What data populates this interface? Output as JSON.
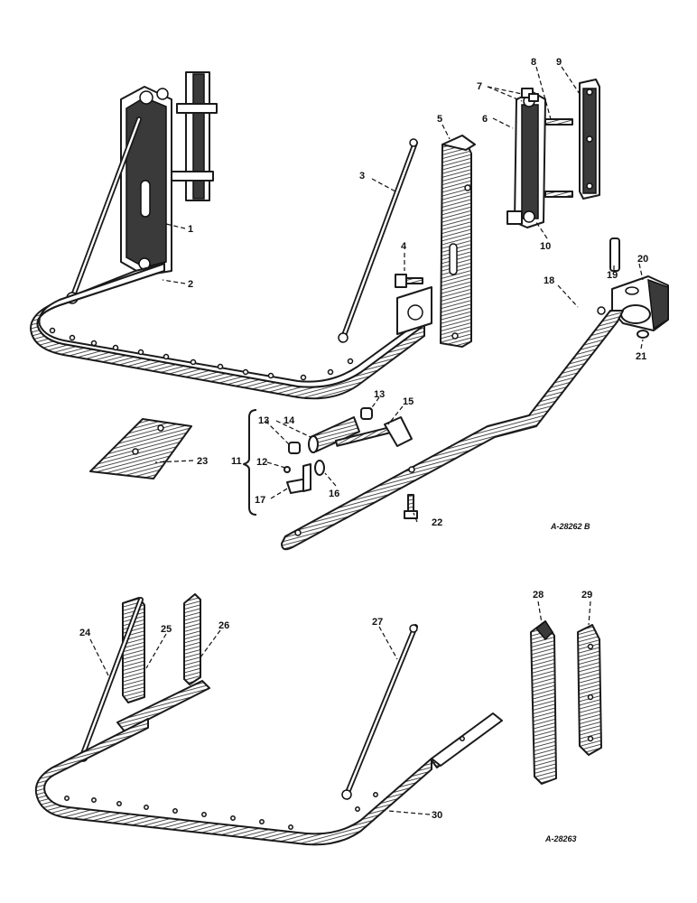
{
  "callouts": {
    "c1": "1",
    "c2": "2",
    "c3": "3",
    "c4": "4",
    "c5": "5",
    "c6": "6",
    "c7": "7",
    "c8": "8",
    "c9": "9",
    "c10": "10",
    "c11": "11",
    "c12": "12",
    "c13a": "13",
    "c13b": "13",
    "c14": "14",
    "c15": "15",
    "c16": "16",
    "c17": "17",
    "c18": "18",
    "c19": "19",
    "c20": "20",
    "c21": "21",
    "c22": "22",
    "c23": "23",
    "c24": "24",
    "c25": "25",
    "c26": "26",
    "c27": "27",
    "c28": "28",
    "c29": "29",
    "c30": "30"
  },
  "figure_ids": {
    "top": "A-28262 B",
    "bottom": "A-28263"
  }
}
